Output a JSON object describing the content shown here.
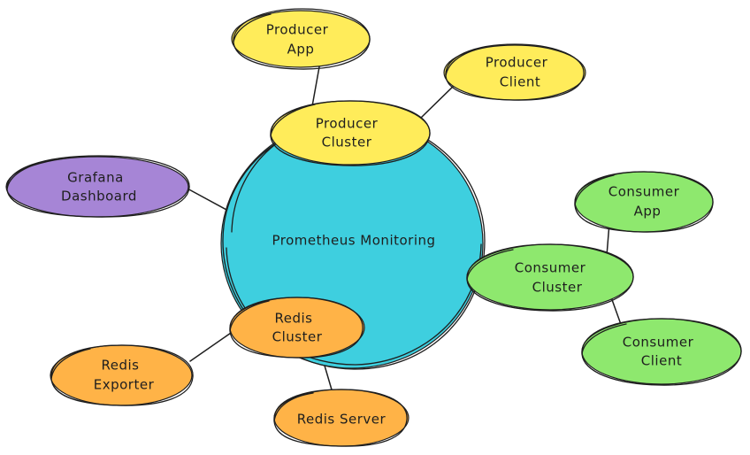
{
  "diagram": {
    "center": {
      "label": "Prometheus Monitoring",
      "color": "#3ecfdf"
    },
    "nodes": {
      "producer_app": {
        "lines": [
          "Producer",
          "App"
        ],
        "color": "#ffec5a"
      },
      "producer_client": {
        "lines": [
          "Producer",
          "Client"
        ],
        "color": "#ffec5a"
      },
      "producer_cluster": {
        "lines": [
          "Producer",
          "Cluster"
        ],
        "color": "#ffec5a"
      },
      "grafana_dashboard": {
        "lines": [
          "Grafana",
          "Dashboard"
        ],
        "color": "#a685d6"
      },
      "consumer_app": {
        "lines": [
          "Consumer",
          "App"
        ],
        "color": "#8ee86e"
      },
      "consumer_cluster": {
        "lines": [
          "Consumer",
          "Cluster"
        ],
        "color": "#8ee86e"
      },
      "consumer_client": {
        "lines": [
          "Consumer",
          "Client"
        ],
        "color": "#8ee86e"
      },
      "redis_cluster": {
        "lines": [
          "Redis",
          "Cluster"
        ],
        "color": "#ffb347"
      },
      "redis_exporter": {
        "lines": [
          "Redis",
          "Exporter"
        ],
        "color": "#ffb347"
      },
      "redis_server": {
        "lines": [
          "Redis Server"
        ],
        "color": "#ffb347"
      }
    }
  }
}
